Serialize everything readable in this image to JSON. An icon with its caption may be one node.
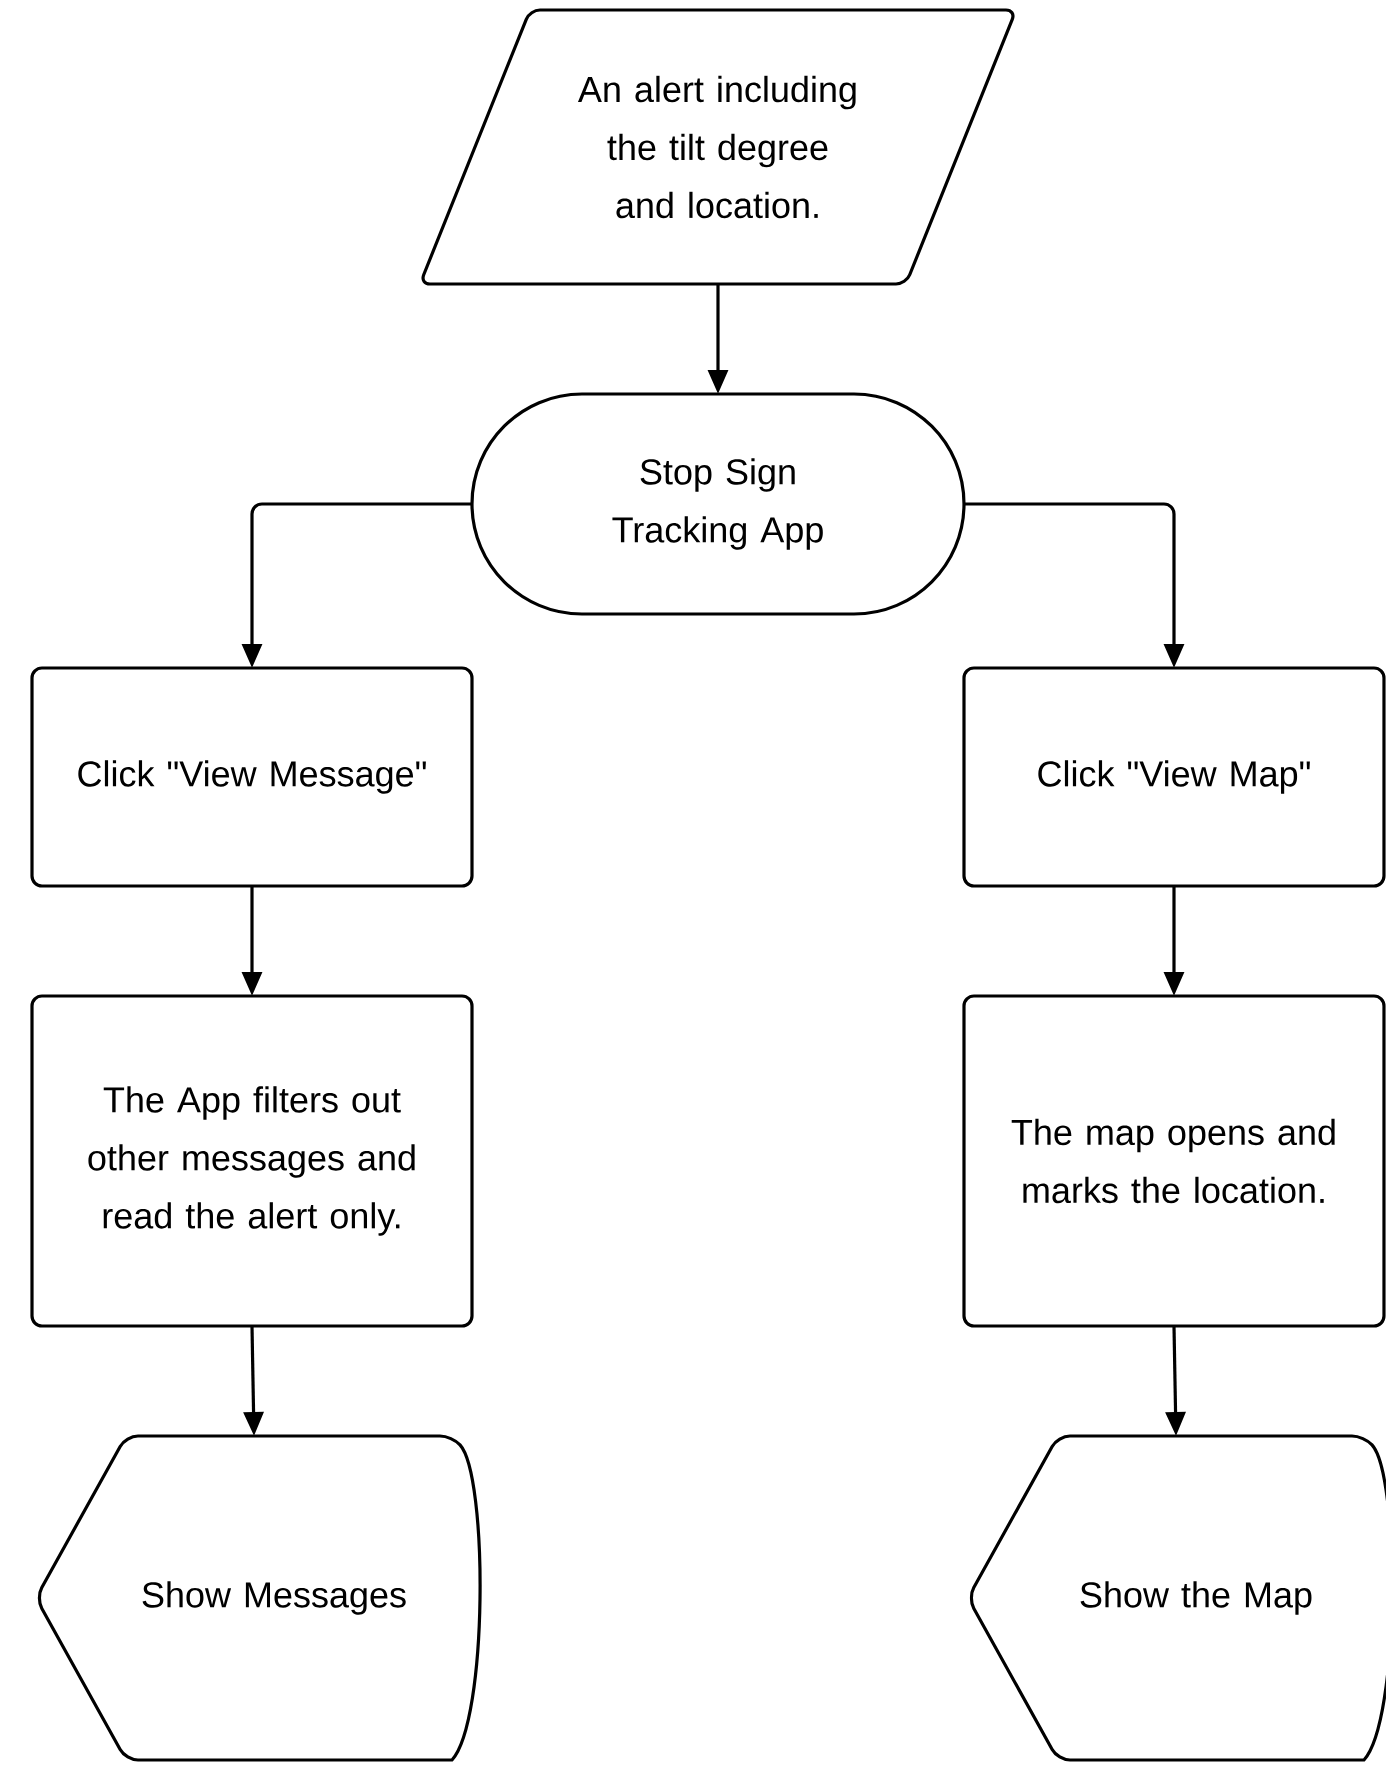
{
  "diagram": {
    "nodes": [
      {
        "text": [
          "An alert including the tilt degree and location."
        ]
      },
      {
        "text": [
          "Stop Sign Tracking App"
        ]
      },
      {
        "text": [
          "Click \"View Message\""
        ]
      },
      {
        "text": [
          "Click \"View Map\""
        ]
      },
      {
        "text": [
          "The App filters out other messages and read the alert only."
        ]
      },
      {
        "text": [
          "The map opens and marks the location."
        ]
      },
      {
        "text": [
          "Show Messages"
        ]
      },
      {
        "text": [
          "Show the Map"
        ]
      }
    ],
    "edges": [
      {
        "from": 0,
        "to": 1,
        "arrow": "to"
      },
      {
        "from": 1,
        "to": 2,
        "arrow": "to"
      },
      {
        "from": 1,
        "to": 3,
        "arrow": "to"
      },
      {
        "from": 2,
        "to": 4,
        "arrow": "to"
      },
      {
        "from": 3,
        "to": 5,
        "arrow": "to"
      },
      {
        "from": 4,
        "to": 6,
        "arrow": "to"
      },
      {
        "from": 5,
        "to": 7,
        "arrow": "to"
      }
    ]
  }
}
